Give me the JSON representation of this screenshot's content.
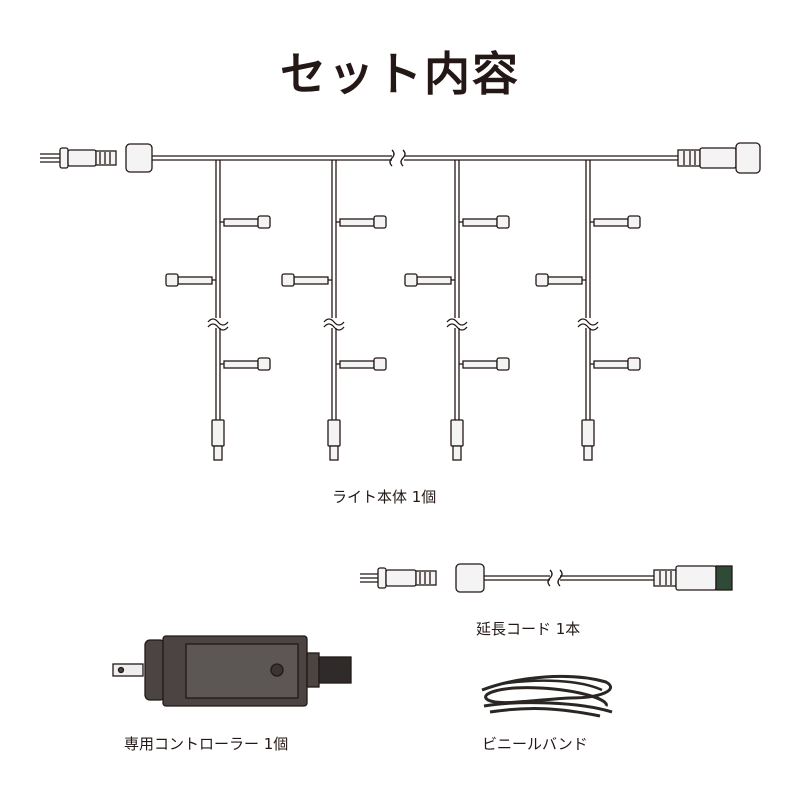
{
  "title": "セット内容",
  "items": {
    "light": {
      "label": "ライト本体 1個"
    },
    "extension": {
      "label": "延長コード 1本"
    },
    "controller": {
      "label": "専用コントローラー 1個"
    },
    "band": {
      "label": "ビニールバンド"
    }
  },
  "colors": {
    "ink": "#231815",
    "controller": "#4a4442",
    "controller_panel": "#5c5654",
    "extension_tip": "#2f4a36",
    "connector_fill": "#f4f4f4"
  }
}
